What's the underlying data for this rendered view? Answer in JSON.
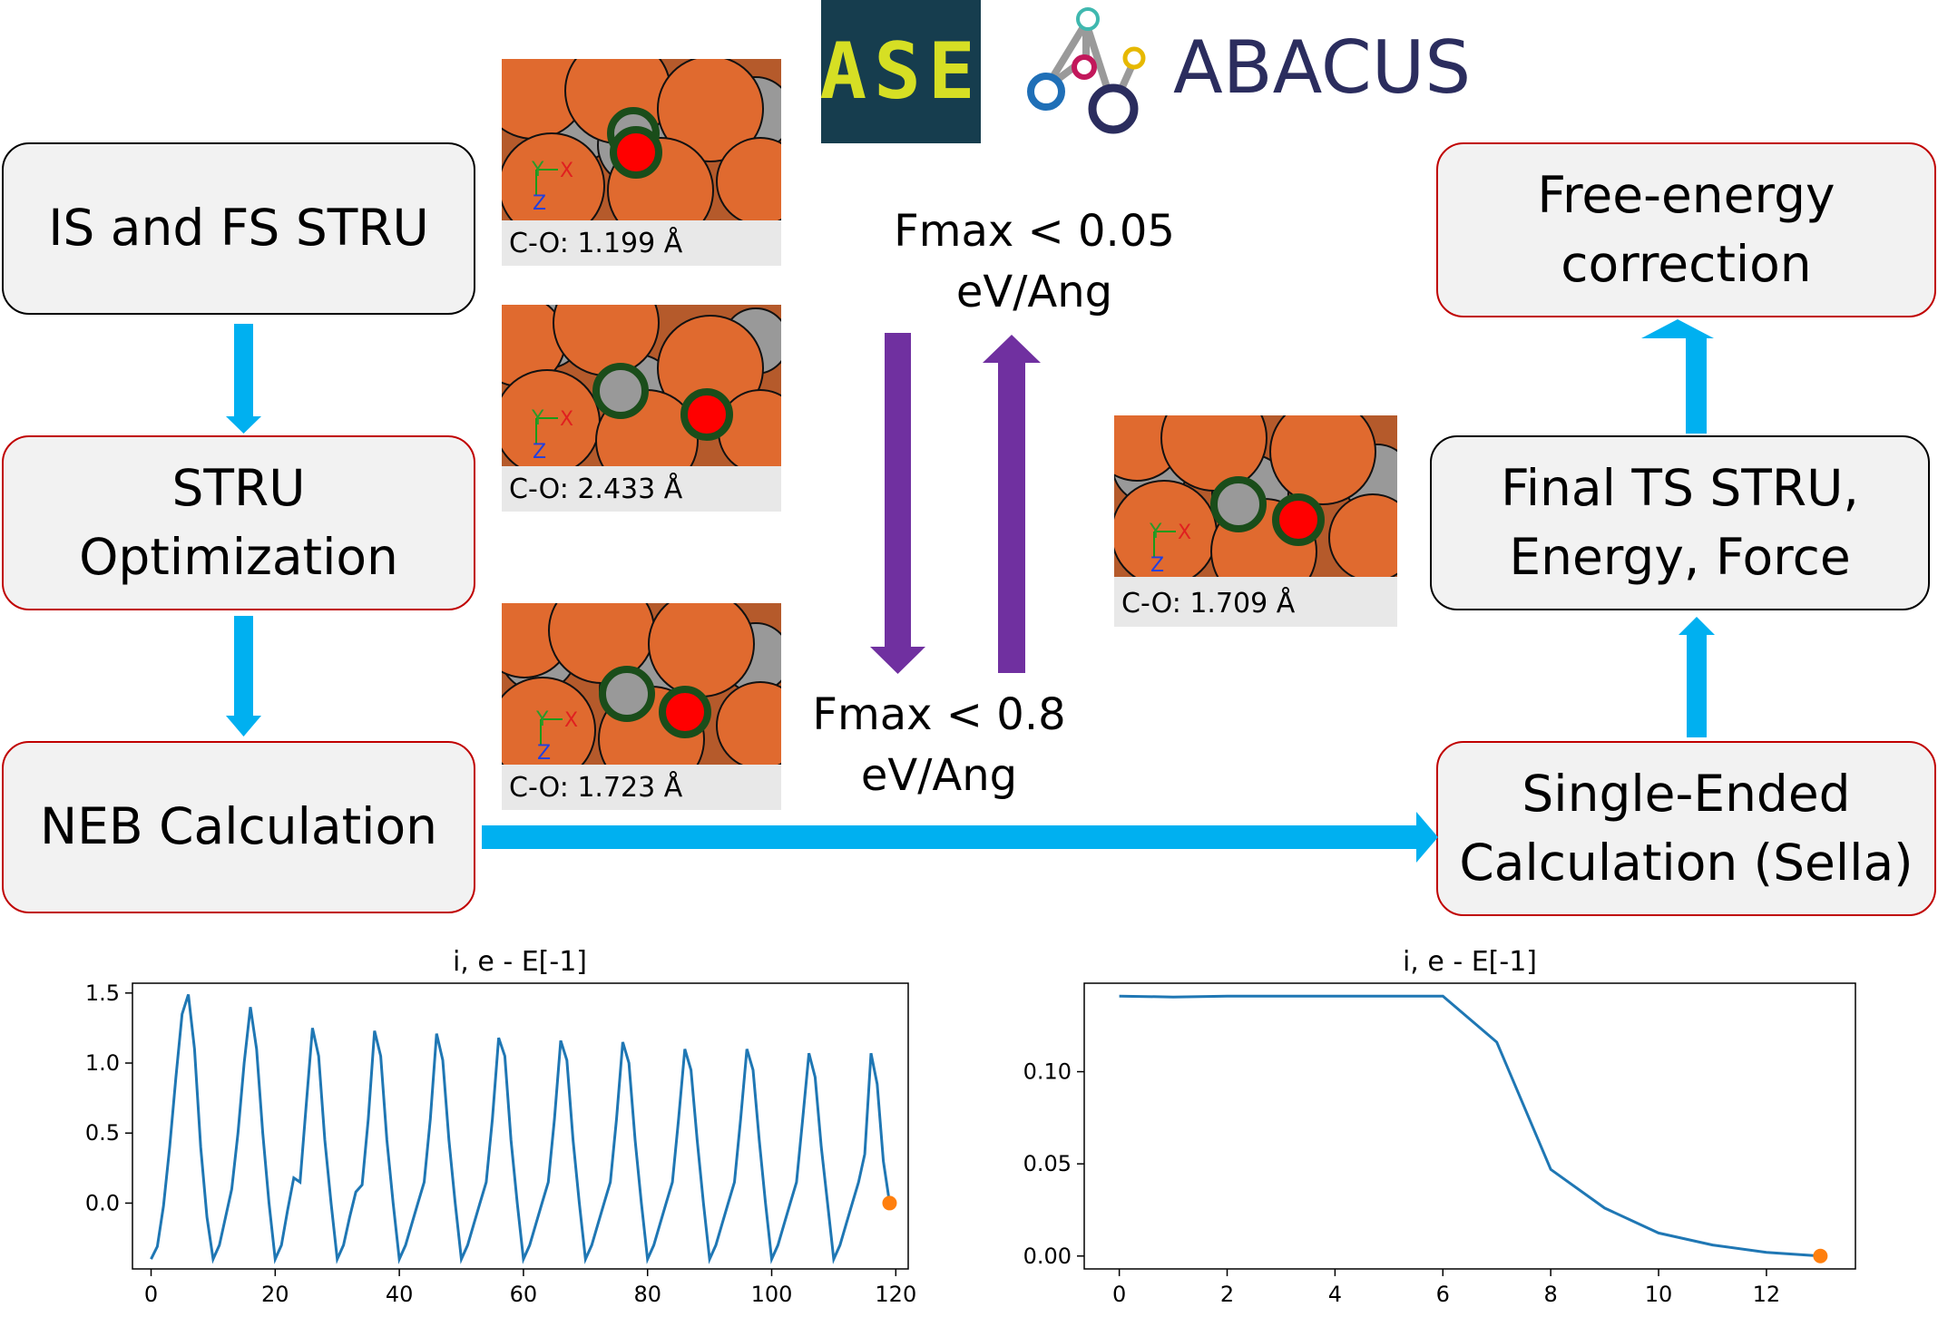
{
  "flow": {
    "is_fs": "IS and FS STRU",
    "stru_opt": "STRU\nOptimization",
    "neb": "NEB Calculation",
    "free_energy": "Free-energy\ncorrection",
    "final_ts": "Final TS STRU,\nEnergy, Force",
    "single_ended": "Single-Ended\nCalculation (Sella)"
  },
  "criteria": {
    "tight": "Fmax < 0.05\neV/Ang",
    "loose": "Fmax < 0.8\neV/Ang"
  },
  "logos": {
    "ase": "ASE",
    "abacus": "ABACUS"
  },
  "snapshots": [
    {
      "caption": "C-O: 1.199 Å"
    },
    {
      "caption": "C-O: 2.433 Å"
    },
    {
      "caption": "C-O: 1.723 Å"
    },
    {
      "caption": "C-O: 1.709 Å"
    }
  ],
  "axes_glyphs": {
    "y": "Y",
    "x": "X",
    "z": "Z"
  },
  "colors": {
    "flow_arrow": "#00b0f0",
    "criteria_arrow": "#7030a0",
    "surface_atom": "#e06a2f",
    "carbon": "#999999",
    "oxygen": "#ff0000",
    "ring": "#1a4d1a",
    "series": "#1f77b4",
    "endpoint": "#ff7f0e"
  },
  "chart_data": [
    {
      "type": "line",
      "title": "i, e - E[-1]",
      "xlim": [
        -3,
        122
      ],
      "ylim": [
        -0.47,
        1.57
      ],
      "xticks": [
        "0",
        "20",
        "40",
        "60",
        "80",
        "100",
        "120"
      ],
      "yticks": [
        "0.0",
        "0.5",
        "1.0",
        "1.5"
      ],
      "xtick_values": [
        0,
        20,
        40,
        60,
        80,
        100,
        120
      ],
      "ytick_values": [
        0.0,
        0.5,
        1.0,
        1.5
      ],
      "x": [
        0,
        1,
        2,
        3,
        4,
        5,
        6,
        7,
        8,
        9,
        10,
        11,
        12,
        13,
        14,
        15,
        16,
        17,
        18,
        19,
        20,
        21,
        22,
        23,
        24,
        25,
        26,
        27,
        28,
        29,
        30,
        31,
        32,
        33,
        34,
        35,
        36,
        37,
        38,
        39,
        40,
        41,
        42,
        43,
        44,
        45,
        46,
        47,
        48,
        49,
        50,
        51,
        52,
        53,
        54,
        55,
        56,
        57,
        58,
        59,
        60,
        61,
        62,
        63,
        64,
        65,
        66,
        67,
        68,
        69,
        70,
        71,
        72,
        73,
        74,
        75,
        76,
        77,
        78,
        79,
        80,
        81,
        82,
        83,
        84,
        85,
        86,
        87,
        88,
        89,
        90,
        91,
        92,
        93,
        94,
        95,
        96,
        97,
        98,
        99,
        100,
        101,
        102,
        103,
        104,
        105,
        106,
        107,
        108,
        109,
        110,
        111,
        112,
        113,
        114,
        115,
        116,
        117,
        118,
        119
      ],
      "y": [
        -0.4,
        -0.31,
        -0.02,
        0.4,
        0.9,
        1.35,
        1.49,
        1.1,
        0.4,
        -0.1,
        -0.4,
        -0.3,
        -0.1,
        0.1,
        0.5,
        1.0,
        1.4,
        1.1,
        0.5,
        0.0,
        -0.4,
        -0.3,
        -0.05,
        0.18,
        0.15,
        0.7,
        1.25,
        1.05,
        0.45,
        0.0,
        -0.4,
        -0.3,
        -0.1,
        0.08,
        0.13,
        0.6,
        1.23,
        1.05,
        0.45,
        0.0,
        -0.4,
        -0.3,
        -0.15,
        0.0,
        0.15,
        0.6,
        1.21,
        1.02,
        0.45,
        0.0,
        -0.4,
        -0.3,
        -0.15,
        0.0,
        0.15,
        0.6,
        1.18,
        1.05,
        0.45,
        0.0,
        -0.4,
        -0.3,
        -0.15,
        0.0,
        0.15,
        0.6,
        1.16,
        1.02,
        0.45,
        0.0,
        -0.4,
        -0.3,
        -0.15,
        0.0,
        0.15,
        0.6,
        1.15,
        1.0,
        0.45,
        0.0,
        -0.4,
        -0.3,
        -0.15,
        0.0,
        0.15,
        0.6,
        1.1,
        0.95,
        0.45,
        0.0,
        -0.4,
        -0.3,
        -0.15,
        0.0,
        0.15,
        0.6,
        1.1,
        0.95,
        0.45,
        0.0,
        -0.4,
        -0.3,
        -0.15,
        0.0,
        0.15,
        0.6,
        1.07,
        0.9,
        0.4,
        0.0,
        -0.4,
        -0.3,
        -0.15,
        0.0,
        0.15,
        0.35,
        1.07,
        0.85,
        0.3,
        0.0
      ],
      "endpoint": [
        119,
        0.0
      ]
    },
    {
      "type": "line",
      "title": "i, e - E[-1]",
      "xlim": [
        -0.65,
        13.65
      ],
      "ylim": [
        -0.007,
        0.148
      ],
      "xticks": [
        "0",
        "2",
        "4",
        "6",
        "8",
        "10",
        "12"
      ],
      "yticks": [
        "0.00",
        "0.05",
        "0.10"
      ],
      "xtick_values": [
        0,
        2,
        4,
        6,
        8,
        10,
        12
      ],
      "ytick_values": [
        0.0,
        0.05,
        0.1
      ],
      "x": [
        0,
        1,
        2,
        3,
        4,
        5,
        6,
        7,
        8,
        9,
        10,
        11,
        12,
        13
      ],
      "y": [
        0.141,
        0.1405,
        0.141,
        0.141,
        0.141,
        0.141,
        0.141,
        0.116,
        0.047,
        0.026,
        0.0125,
        0.006,
        0.002,
        0.0
      ],
      "endpoint": [
        13,
        0.0
      ]
    }
  ]
}
